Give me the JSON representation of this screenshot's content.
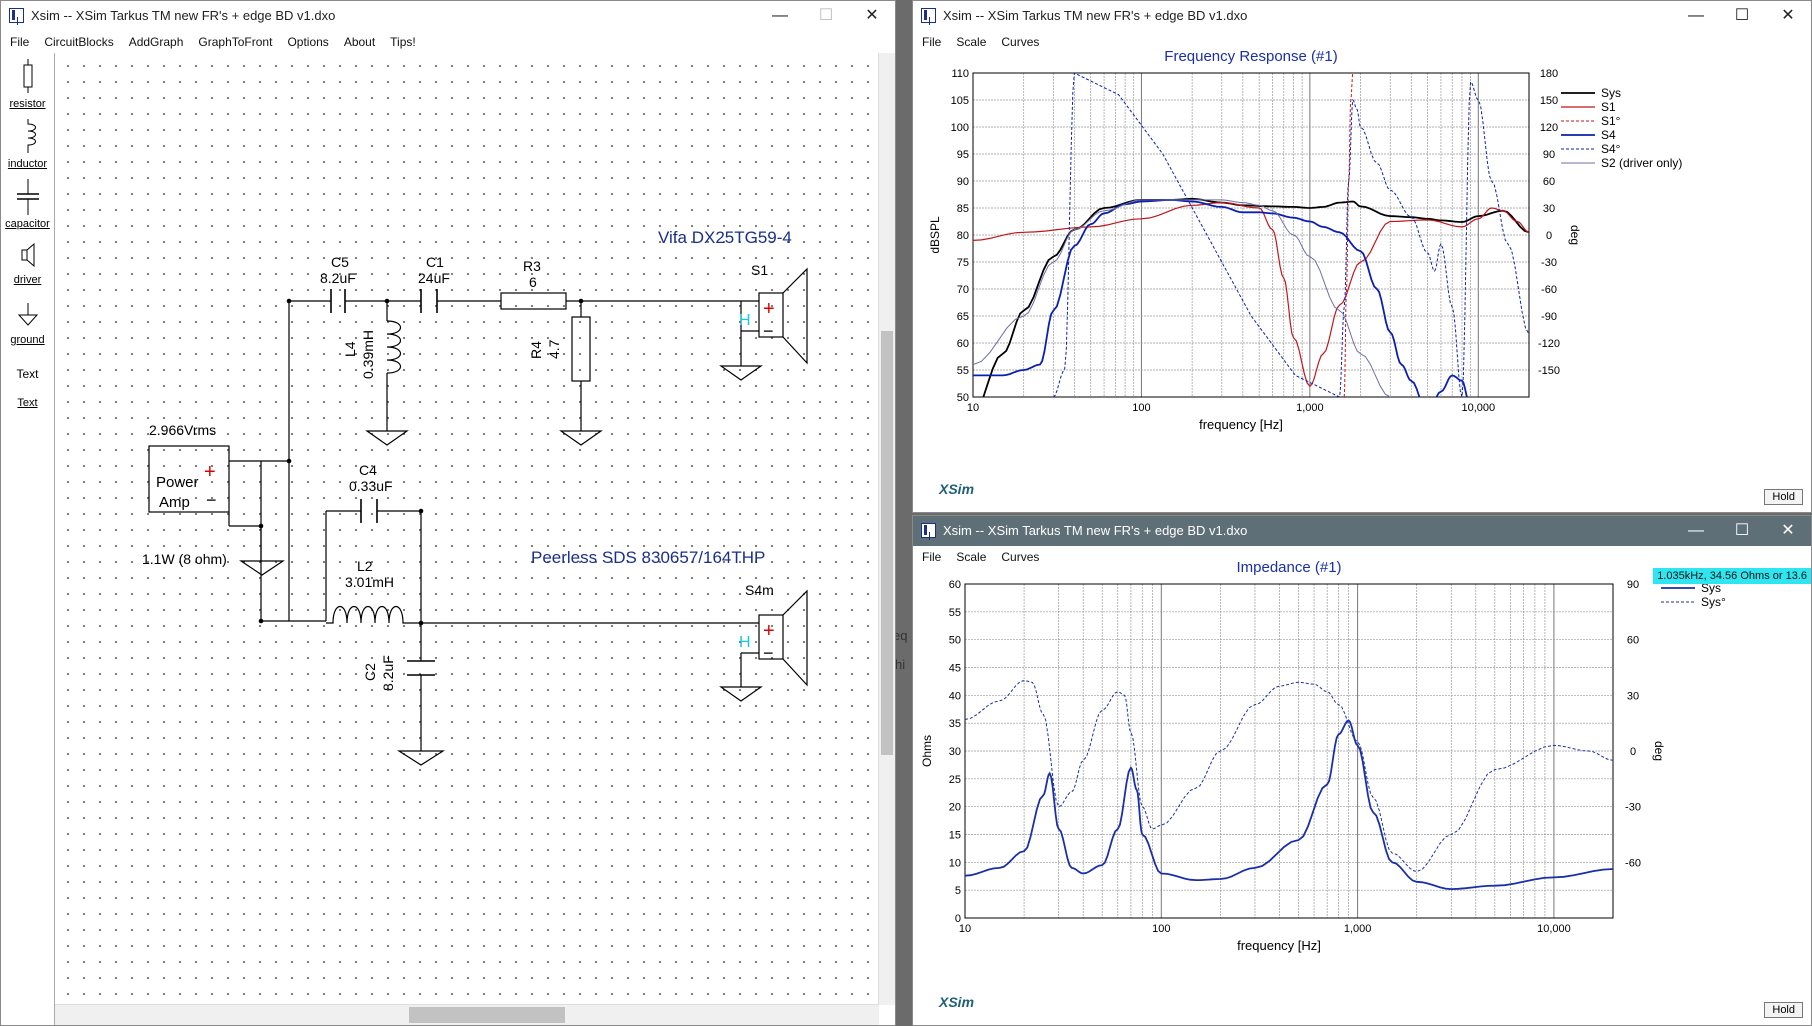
{
  "schematic": {
    "title": "Xsim -- XSim Tarkus TM new FR's + edge BD v1.dxo",
    "menu": [
      "File",
      "CircuitBlocks",
      "AddGraph",
      "GraphToFront",
      "Options",
      "About",
      "Tips!"
    ],
    "tools": [
      {
        "label": "resistor",
        "icon": "resistor-icon"
      },
      {
        "label": "inductor",
        "icon": "inductor-icon"
      },
      {
        "label": "capacitor",
        "icon": "capacitor-icon"
      },
      {
        "label": "driver",
        "icon": "driver-icon"
      },
      {
        "label": "ground",
        "icon": "ground-icon"
      },
      {
        "label": "Text",
        "icon": "text-tool"
      },
      {
        "label": "Text",
        "icon": "text-link"
      }
    ],
    "driver1": {
      "name": "Vifa DX25TG59-4",
      "id": "S1"
    },
    "driver2": {
      "name": "Peerless SDS 830657/164THP",
      "id": "S4m"
    },
    "components": {
      "c5": {
        "ref": "C5",
        "val": "8.2uF"
      },
      "c1": {
        "ref": "C1",
        "val": "24uF"
      },
      "r3": {
        "ref": "R3",
        "val": "6"
      },
      "l4": {
        "ref": "L4",
        "val": "0.39mH"
      },
      "r4": {
        "ref": "R4",
        "val": "4.7"
      },
      "c4": {
        "ref": "C4",
        "val": "0.33uF"
      },
      "l2": {
        "ref": "L2",
        "val": "3.01mH"
      },
      "c2": {
        "ref": "C2",
        "val": "8.2uF"
      }
    },
    "amp": {
      "voltage": "2.966Vrms",
      "label1": "Power",
      "label2": "Amp",
      "power": "1.1W (8 ohm)",
      "plus": "+",
      "minus": "−"
    },
    "driver_marks": {
      "h": "H",
      "plus": "+",
      "minus": "−"
    }
  },
  "freq_window": {
    "title": "Xsim -- XSim Tarkus TM new FR's + edge BD v1.dxo",
    "menu": [
      "File",
      "Scale",
      "Curves"
    ],
    "hold": "Hold",
    "brand": "XSim"
  },
  "imp_window": {
    "title": "Xsim -- XSim Tarkus TM new FR's + edge BD v1.dxo",
    "menu": [
      "File",
      "Scale",
      "Curves"
    ],
    "hold": "Hold",
    "brand": "XSim",
    "cursor_readout": "1.035kHz, 34.56 Ohms or 13.6"
  },
  "background_text": [
    "eq",
    "hi"
  ],
  "window_controls": {
    "minimize": "—",
    "maximize": "☐",
    "close": "✕"
  },
  "colors": {
    "sys": "#000000",
    "s1": "#c0161a",
    "s4": "#0a20b0",
    "s2": "#8e8eaa",
    "imp": "#1a2fa8",
    "title": "#1a2fa8",
    "schematic_text": "#1a2f8a"
  },
  "chart_data": [
    {
      "type": "line",
      "title": "Frequency Response (#1)",
      "xlabel": "frequency [Hz]",
      "ylabel": "dBSPL",
      "y2label": "deg",
      "xscale": "log",
      "xlim": [
        10,
        20000
      ],
      "ylim": [
        50,
        110
      ],
      "y2lim": [
        -180,
        180
      ],
      "xticks": [
        10,
        100,
        1000,
        10000
      ],
      "xtick_labels": [
        "10",
        "100",
        "1,000",
        "10,000"
      ],
      "yticks": [
        50,
        55,
        60,
        65,
        70,
        75,
        80,
        85,
        90,
        95,
        100,
        105,
        110
      ],
      "y2ticks": [
        -150,
        -120,
        -90,
        -60,
        -30,
        0,
        30,
        60,
        90,
        120,
        150,
        180
      ],
      "grid": true,
      "legend_position": "top-right",
      "series": [
        {
          "name": "Sys",
          "axis": "left",
          "style": "solid",
          "width": 1.8,
          "color": "#000000",
          "x": [
            10,
            15,
            20,
            30,
            40,
            60,
            100,
            150,
            200,
            300,
            400,
            600,
            800,
            1000,
            1200,
            1500,
            1800,
            2000,
            3000,
            4000,
            5000,
            6000,
            8000,
            10000,
            14000,
            20000
          ],
          "y": [
            47,
            58,
            66,
            76,
            81,
            85,
            86.5,
            86.5,
            86.7,
            86,
            85.5,
            85.3,
            85.2,
            85,
            85.2,
            86,
            86.2,
            85.3,
            83.5,
            83.3,
            83,
            82.7,
            82.4,
            83.5,
            84.5,
            80.5
          ]
        },
        {
          "name": "S1",
          "axis": "left",
          "style": "solid",
          "width": 1.2,
          "color": "#c0161a",
          "x": [
            10,
            20,
            50,
            100,
            200,
            300,
            500,
            600,
            700,
            800,
            1000,
            1200,
            1500,
            2000,
            3000,
            5000,
            8000,
            10000,
            12000,
            14000,
            17000,
            20000
          ],
          "y": [
            79,
            80.5,
            81.5,
            83,
            85.5,
            86,
            85,
            81,
            72,
            61,
            52,
            58,
            67,
            75,
            82.5,
            82.8,
            81.5,
            83,
            85,
            84.5,
            82.5,
            80.5
          ]
        },
        {
          "name": "S1°",
          "axis": "right",
          "style": "dashed",
          "width": 1,
          "color": "#c0161a",
          "x": [
            1600,
            1650,
            1700,
            1750,
            1800
          ],
          "y": [
            -180,
            -60,
            60,
            150,
            180
          ]
        },
        {
          "name": "S4",
          "axis": "left",
          "style": "solid",
          "width": 1.8,
          "color": "#0a20b0",
          "x": [
            10,
            15,
            20,
            25,
            30,
            40,
            50,
            60,
            80,
            100,
            150,
            200,
            300,
            400,
            500,
            600,
            800,
            1000,
            1200,
            1500,
            2000,
            2500,
            3000,
            3500,
            4000,
            5000,
            6000,
            7000,
            8000,
            9000
          ],
          "y": [
            54,
            54,
            55,
            56,
            66,
            78,
            82,
            84,
            85.7,
            86.2,
            86.5,
            86.2,
            85.2,
            84.2,
            84.2,
            84,
            83.2,
            82.5,
            81.5,
            80.5,
            77,
            70,
            62,
            56,
            53,
            47,
            51,
            54,
            53,
            48
          ]
        },
        {
          "name": "S4°",
          "axis": "right",
          "style": "dashed",
          "width": 1,
          "color": "#0a20b0",
          "x": [
            30,
            35,
            40,
            1500,
            1600,
            1700,
            1800,
            1900,
            2000,
            2500,
            3000,
            4000,
            5000,
            5500,
            6000,
            7000,
            8000,
            9000,
            10000,
            12000,
            15000,
            20000
          ],
          "y": [
            -180,
            -150,
            180,
            -180,
            -80,
            60,
            150,
            140,
            120,
            80,
            50,
            20,
            -20,
            -40,
            -10,
            -80,
            -180,
            170,
            150,
            60,
            -10,
            -110
          ]
        },
        {
          "name": "S2 (driver only)",
          "axis": "left",
          "style": "solid",
          "width": 1,
          "color": "#6f6faa",
          "x": [
            10,
            20,
            30,
            40,
            60,
            100,
            150,
            200,
            300,
            400,
            500,
            600,
            800,
            1000,
            1500,
            2000,
            3000,
            4000,
            5000,
            7000,
            10000
          ],
          "y": [
            56,
            65,
            75,
            81,
            84.5,
            86.5,
            86.5,
            86.5,
            86.5,
            86,
            85.5,
            84.5,
            80,
            76,
            66,
            58,
            50,
            44,
            40,
            34,
            30
          ]
        }
      ]
    },
    {
      "type": "line",
      "title": "Impedance (#1)",
      "xlabel": "frequency [Hz]",
      "ylabel": "Ohms",
      "y2label": "deg",
      "xscale": "log",
      "xlim": [
        10,
        20000
      ],
      "ylim": [
        0,
        60
      ],
      "y2lim": [
        -90,
        90
      ],
      "xticks": [
        10,
        100,
        1000,
        10000
      ],
      "xtick_labels": [
        "10",
        "100",
        "1,000",
        "10,000"
      ],
      "yticks": [
        0,
        5,
        10,
        15,
        20,
        25,
        30,
        35,
        40,
        45,
        50,
        55,
        60
      ],
      "y2ticks": [
        -60,
        -30,
        0,
        30,
        60,
        90
      ],
      "grid": true,
      "legend_position": "top-right",
      "series": [
        {
          "name": "Sys",
          "axis": "left",
          "style": "solid",
          "width": 1.8,
          "color": "#1a2fa8",
          "x": [
            10,
            15,
            20,
            25,
            27,
            30,
            35,
            40,
            50,
            60,
            70,
            75,
            80,
            100,
            150,
            200,
            300,
            500,
            700,
            800,
            900,
            1000,
            1200,
            1500,
            2000,
            3000,
            5000,
            10000,
            20000
          ],
          "y": [
            7.6,
            9,
            12,
            22,
            26,
            16,
            9,
            8,
            9.5,
            16,
            27,
            23,
            15,
            8,
            6.8,
            7,
            9,
            14,
            24,
            33,
            35.5,
            31,
            19,
            10,
            6.5,
            5.2,
            5.8,
            7.3,
            8.8
          ]
        },
        {
          "name": "Sys°",
          "axis": "right",
          "style": "dashed",
          "width": 1,
          "color": "#1a2fa8",
          "x": [
            10,
            15,
            20,
            22,
            25,
            30,
            35,
            40,
            50,
            60,
            65,
            70,
            80,
            90,
            100,
            150,
            200,
            300,
            400,
            500,
            600,
            700,
            800,
            1000,
            1200,
            1500,
            2000,
            3000,
            5000,
            10000,
            15000,
            20000
          ],
          "y": [
            17,
            27,
            38,
            37,
            20,
            -30,
            -22,
            -5,
            22,
            32,
            30,
            10,
            -30,
            -42,
            -40,
            -20,
            0,
            25,
            35,
            37,
            36,
            32,
            25,
            5,
            -25,
            -55,
            -65,
            -45,
            -10,
            3,
            0,
            -5
          ]
        }
      ]
    }
  ]
}
